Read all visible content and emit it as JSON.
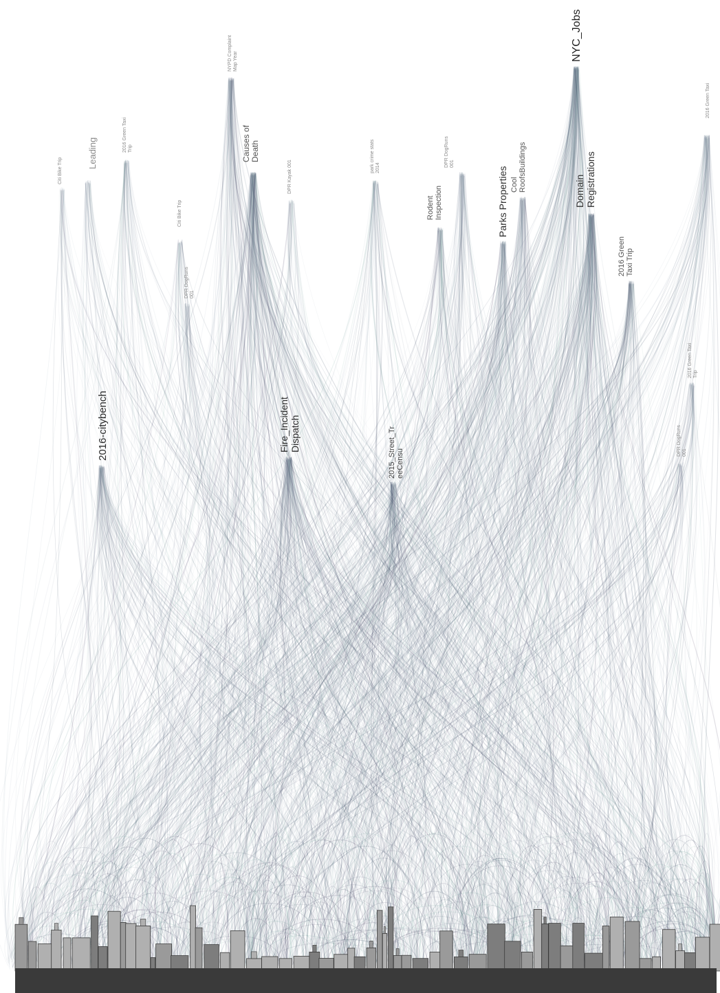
{
  "labels": [
    {
      "id": "citi-bike-trip-1",
      "lines": [
        "Citi Bike Trip"
      ]
    },
    {
      "id": "leading",
      "lines": [
        "Leading"
      ]
    },
    {
      "id": "green-taxi-1",
      "lines": [
        "2016 Green Taxi",
        "Trip"
      ]
    },
    {
      "id": "citi-bike-trip-2",
      "lines": [
        "Citi Bike Trip"
      ]
    },
    {
      "id": "dpr-dogruns-1",
      "lines": [
        "DPR DogRuns",
        "001"
      ]
    },
    {
      "id": "nypd-complaint",
      "lines": [
        "NYPD Complaint",
        "Map Year"
      ]
    },
    {
      "id": "causes-of-death",
      "lines": [
        "Causes of",
        "Death"
      ]
    },
    {
      "id": "dpr-kayak",
      "lines": [
        "DPR Kayak 001"
      ]
    },
    {
      "id": "park-crime-stats",
      "lines": [
        "park crime stats",
        "2014"
      ]
    },
    {
      "id": "dpr-dogruns-2",
      "lines": [
        "DPR DogRuns",
        "001"
      ]
    },
    {
      "id": "rodent-inspection",
      "lines": [
        "Rodent",
        "Inspection"
      ]
    },
    {
      "id": "parks-properties",
      "lines": [
        "Parks Properties"
      ]
    },
    {
      "id": "cool-roofs",
      "lines": [
        "Cool",
        "RoofsBuildings"
      ]
    },
    {
      "id": "nyc-jobs",
      "lines": [
        "NYC_Jobs"
      ]
    },
    {
      "id": "domain-registrations",
      "lines": [
        "Domain",
        "Registrations"
      ]
    },
    {
      "id": "green-taxi-2",
      "lines": [
        "2016 Green",
        "Taxi Trip"
      ]
    },
    {
      "id": "green-taxi-3",
      "lines": [
        "2016 Green Taxi"
      ]
    },
    {
      "id": "green-taxi-4",
      "lines": [
        "2016 Green Taxi",
        "Trip"
      ]
    },
    {
      "id": "dpr-dogruns-3",
      "lines": [
        "DPR DogRuns",
        "001"
      ]
    },
    {
      "id": "citybench",
      "lines": [
        "2016-citybench"
      ]
    },
    {
      "id": "fire-incident",
      "lines": [
        "Fire_Incident",
        "Dispatch"
      ]
    },
    {
      "id": "street-tree",
      "lines": [
        "2015_Street_Tr",
        "eeCensu"
      ]
    }
  ],
  "colors": {
    "background": "#ffffff",
    "skyline_base": "#3a3a3a",
    "building": "#9a9a9a",
    "line_light": "#a9b6c2",
    "line_dark": "#2d3d57",
    "line_teal": "#6fa59a",
    "line_purple": "#3b2f55"
  }
}
